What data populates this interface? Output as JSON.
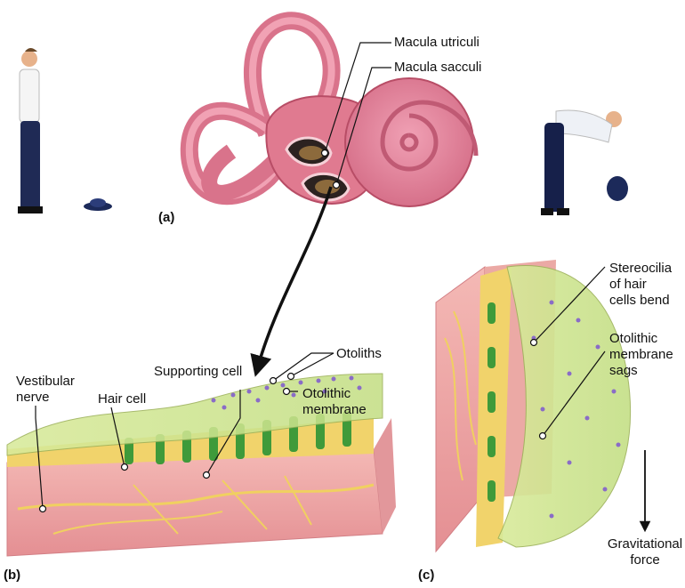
{
  "panels": {
    "a": "(a)",
    "b": "(b)",
    "c": "(c)"
  },
  "labels": {
    "macula_utriculi": "Macula utriculi",
    "macula_sacculi": "Macula sacculi",
    "otoliths": "Otoliths",
    "supporting_cell": "Supporting cell",
    "otolithic_membrane": "Otolithic\nmembrane",
    "vestibular_nerve": "Vestibular\nnerve",
    "hair_cell": "Hair cell",
    "stereocilia": "Stereocilia\nof hair\ncells bend",
    "otolithic_membrane_sags": "Otolithic\nmembrane\nsags",
    "gravitational_force": "Gravitational\nforce"
  },
  "colors": {
    "labyrinth": "#e07a90",
    "labyrinth_dark": "#b84d66",
    "tissue_pink": "#eea5a5",
    "membrane_green": "#cfe58a",
    "hair_cell_green": "#3f9a3a",
    "otolith_purple": "#8a6cc7",
    "nerve_yellow": "#f0d060"
  }
}
